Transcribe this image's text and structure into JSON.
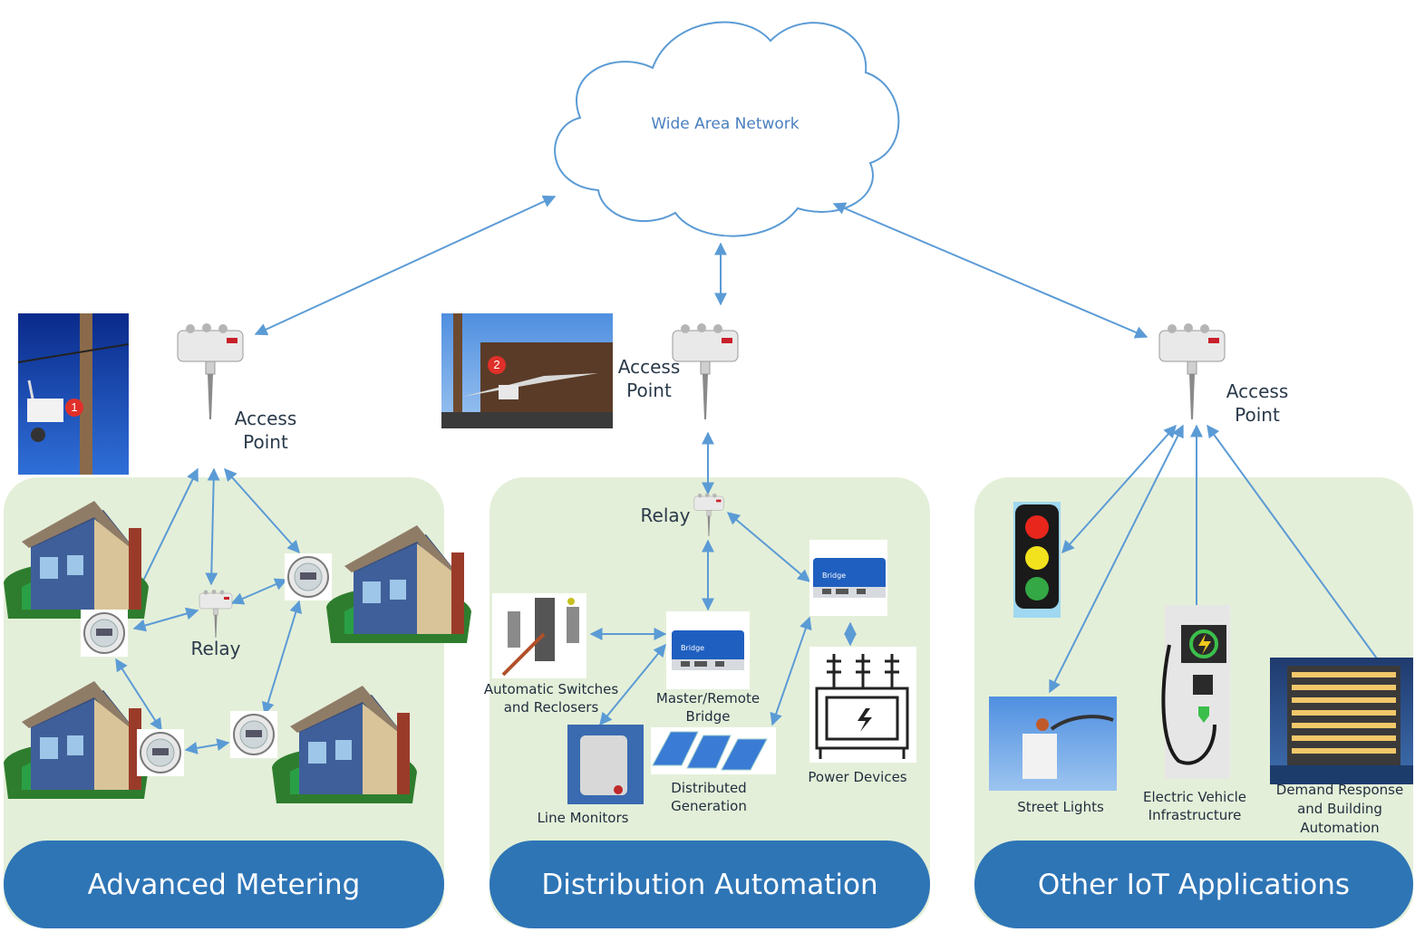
{
  "cloud": {
    "label": "Wide Area Network"
  },
  "access_points": {
    "left": "Access\nPoint",
    "middle": "Access\nPoint",
    "right": "Access\nPoint"
  },
  "photo_badges": {
    "pole": "1",
    "streetlight": "2"
  },
  "sections": {
    "metering": {
      "banner": "Advanced Metering",
      "relay": "Relay"
    },
    "distribution": {
      "banner": "Distribution Automation",
      "relay": "Relay",
      "switches": "Automatic Switches\nand Reclosers",
      "bridge": "Master/Remote\nBridge",
      "line_monitors": "Line Monitors",
      "generation": "Distributed\nGeneration",
      "power_devices": "Power Devices"
    },
    "iot": {
      "banner": "Other IoT Applications",
      "street_lights": "Street Lights",
      "ev": "Electric Vehicle\nInfrastructure",
      "demand": "Demand Response\nand Building\nAutomation"
    }
  },
  "colors": {
    "arrow": "#5b9bd5",
    "panel": "#e4efd9",
    "banner": "#2e75b6",
    "cloud_stroke": "#5b9bd5"
  }
}
